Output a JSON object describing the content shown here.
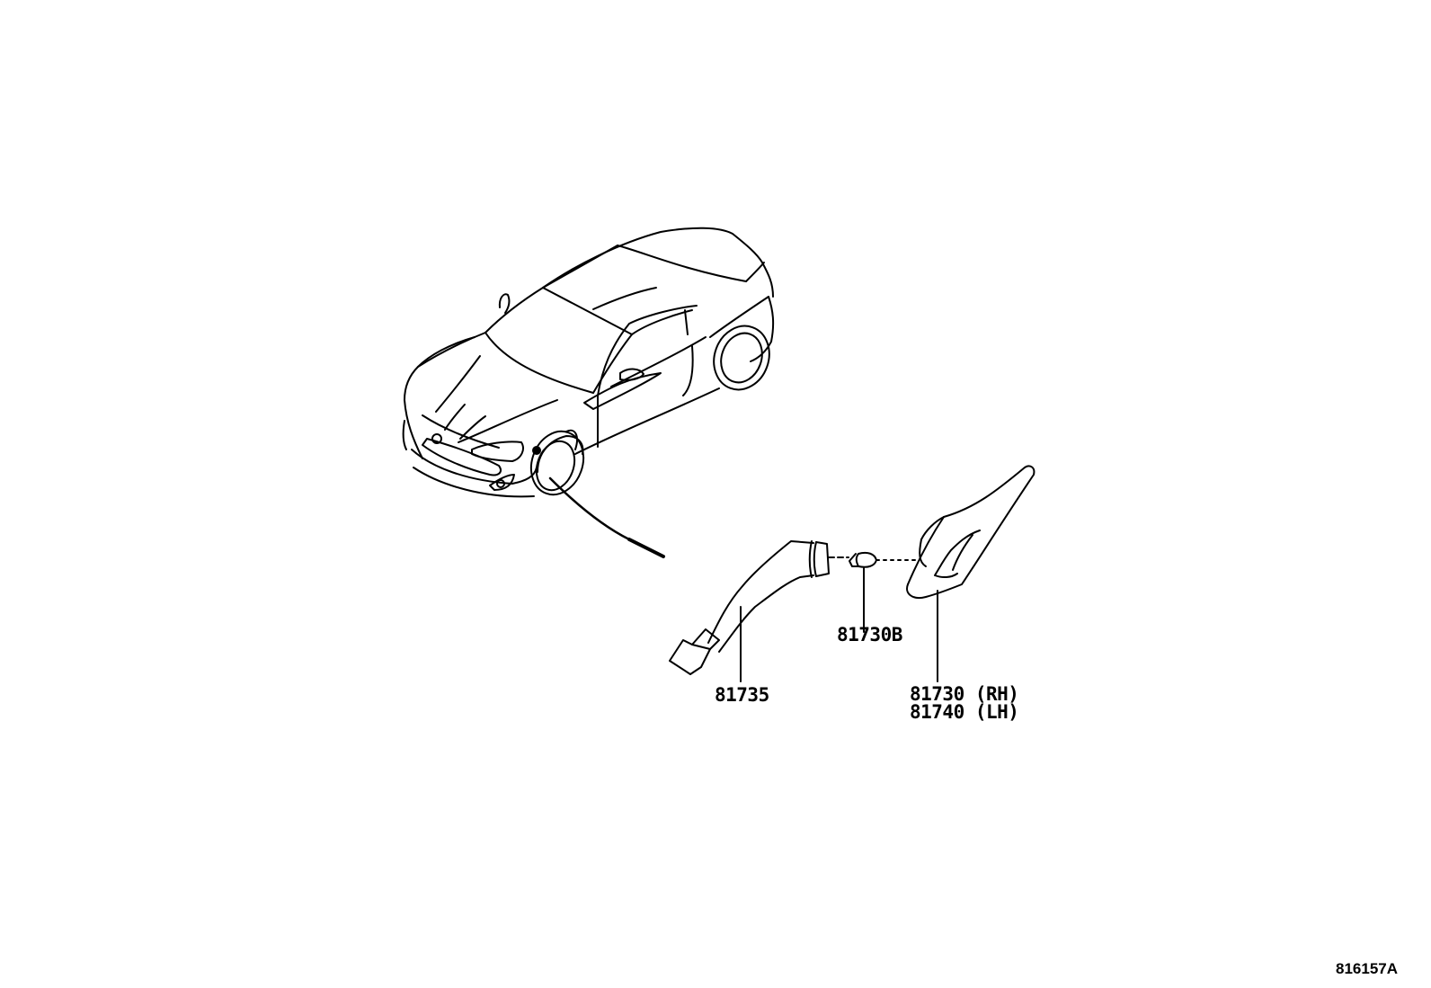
{
  "diagram": {
    "type": "automotive parts exploded view",
    "subject": "Front side marker lamp assembly",
    "diagram_id": "816157A",
    "line_color": "#000000",
    "background_color": "#ffffff"
  },
  "parts": [
    {
      "id": "socket-wire",
      "part_number": "81735",
      "label": "81735"
    },
    {
      "id": "bulb",
      "part_number": "81730B",
      "label": "81730B"
    },
    {
      "id": "lamp-assembly",
      "labels": [
        {
          "part_number": "81730",
          "side": "RH",
          "label": "81730 (RH)"
        },
        {
          "part_number": "81740",
          "side": "LH",
          "label": "81740 (LH)"
        }
      ]
    }
  ],
  "callouts": {
    "socket": "81735",
    "bulb": "81730B",
    "lamp_rh": "81730 (RH)",
    "lamp_lh": "81740 (LH)"
  }
}
